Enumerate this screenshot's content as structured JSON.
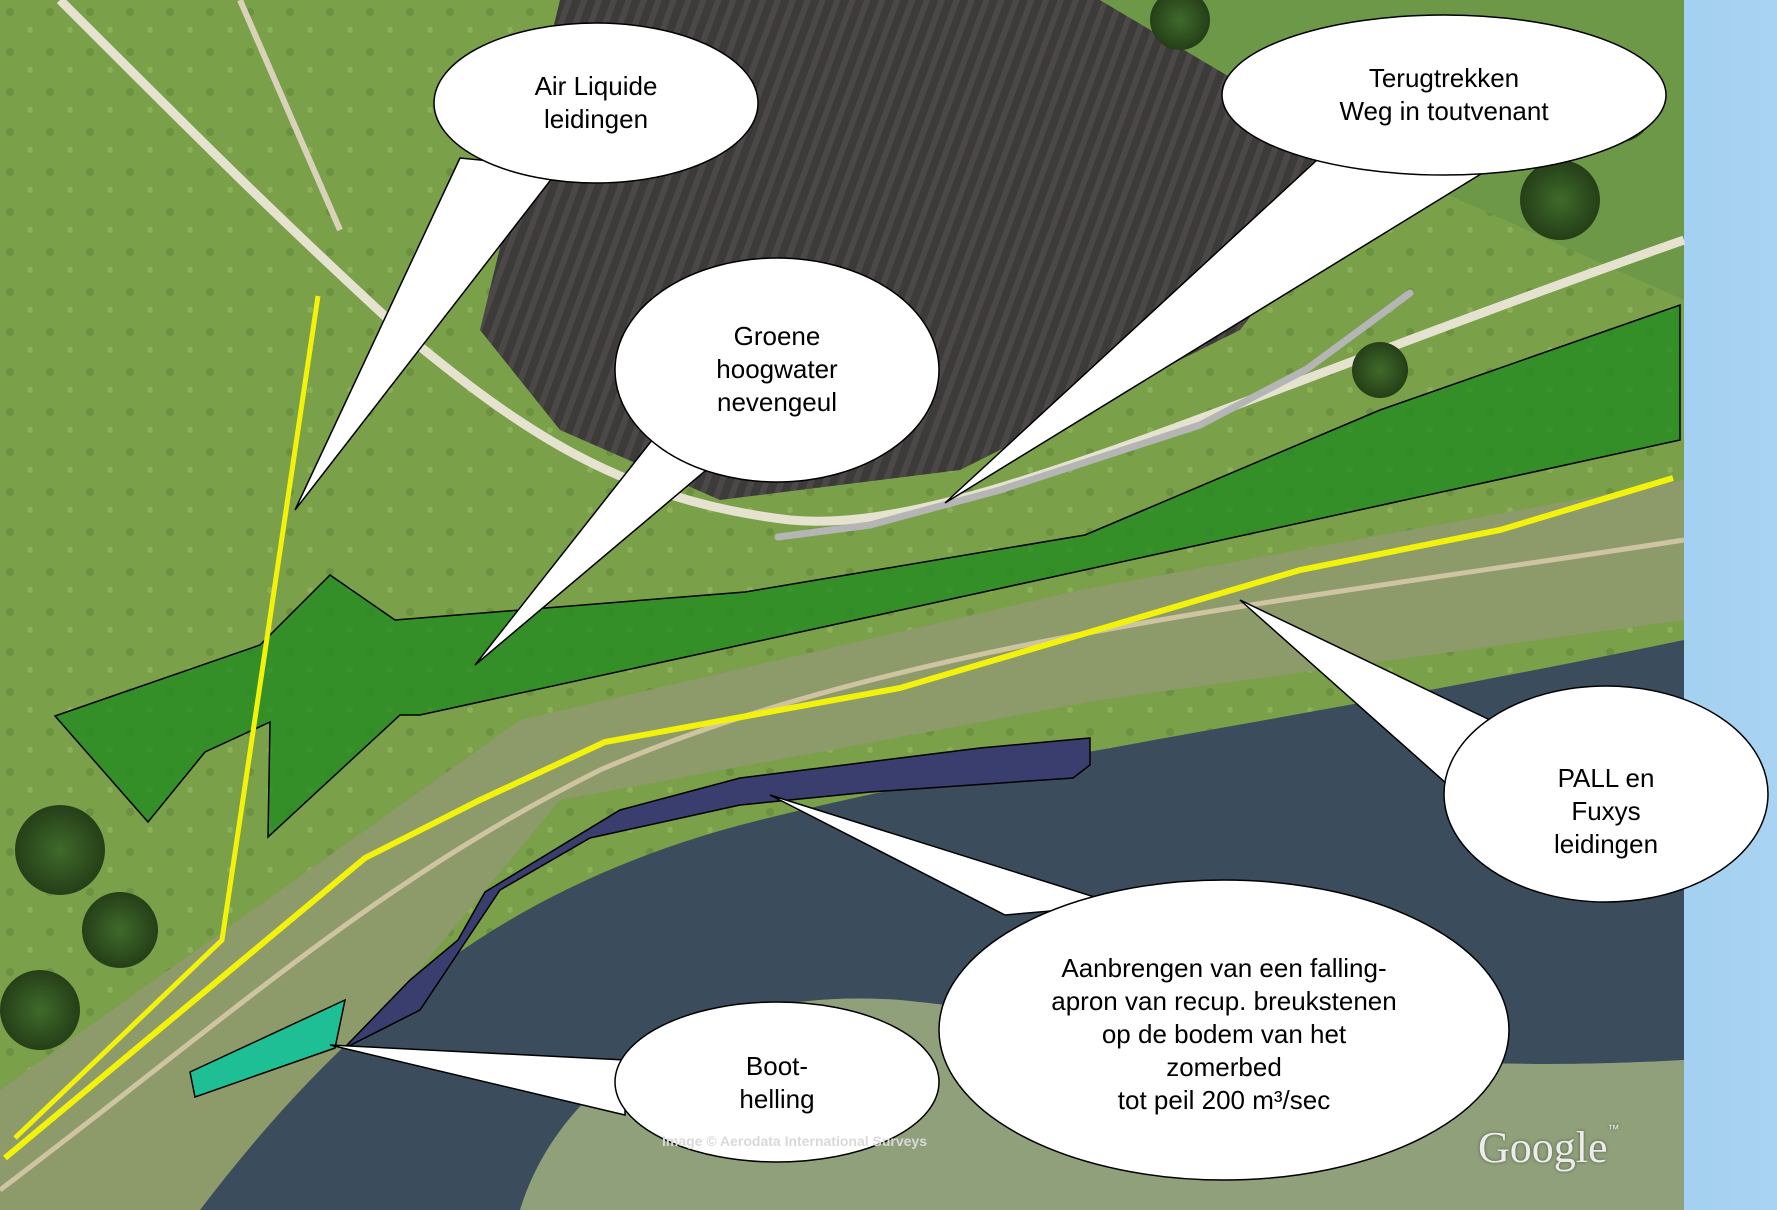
{
  "colors": {
    "pipeline_yellow": "#f2f20a",
    "secondary_channel_green": "#1f8a1f",
    "falling_apron_navy": "#3a3e6e",
    "boat_ramp_teal": "#1fbf95",
    "retracted_road_gray": "#b5b5b5",
    "callout_fill": "#ffffff"
  },
  "callouts": {
    "air_liquide": "Air Liquide\nleidingen",
    "terugtrekken": "Terugtrekken\nWeg in toutvenant",
    "groene_nevengeul": "Groene\nhoogwater\nnevengeul",
    "pall_fuxys": "PALL en\nFuxys\nleidingen",
    "falling_apron": "Aanbrengen van een falling-\napron van recup. breukstenen\nop de bodem van het\nzomerbed\ntot peil 200 m³/sec",
    "boothelling": "Boot-\nhelling"
  },
  "imagery": {
    "credit": "Image © Aerodata International Surveys",
    "logo": "Google",
    "logo_mark": "™"
  }
}
